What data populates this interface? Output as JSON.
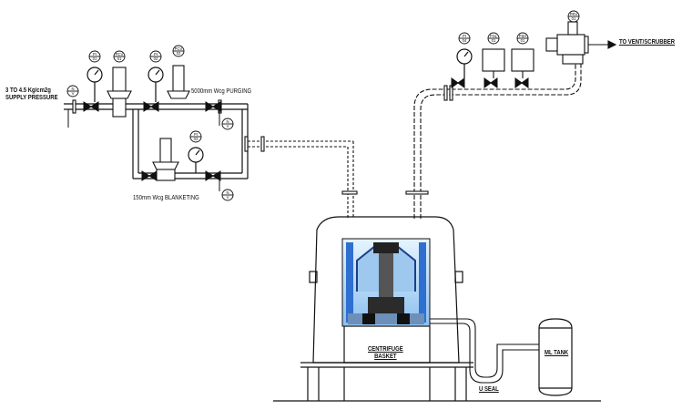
{
  "labels": {
    "supply_line1": "3 TO 4.5 Kg/cm2g",
    "supply_line2": "SUPPLY PRESSURE",
    "purging": "5000mm Wcg PURGING",
    "blanketing": "150mm Wcg BLANKETING",
    "vent": "TO VENT/SCRUBBER",
    "centrifuge_line1": "CENTRIFUGE",
    "centrifuge_line2": "BASKET",
    "useal": "U SEAL",
    "ml_tank": "ML TANK"
  },
  "tags": {
    "v_supply": [
      "N",
      "V"
    ],
    "pi_1": [
      "PI",
      "01"
    ],
    "pcv_1": [
      "PCV",
      "01"
    ],
    "pi_2": [
      "PI",
      "02"
    ],
    "pcv_2": [
      "PCV",
      "02"
    ],
    "v_purge": [
      "N",
      "V"
    ],
    "pi_3": [
      "PI",
      "03"
    ],
    "v_blanket": [
      "N",
      "V"
    ],
    "pi_4": [
      "PI",
      "04"
    ],
    "psl": [
      "PSL",
      "01"
    ],
    "psh": [
      "PSH",
      "01"
    ],
    "prv": [
      "PRV",
      "01"
    ]
  },
  "colors": {
    "line": "#111111",
    "window_blue": "#2f6fd0",
    "window_light": "#bfe3f7"
  }
}
